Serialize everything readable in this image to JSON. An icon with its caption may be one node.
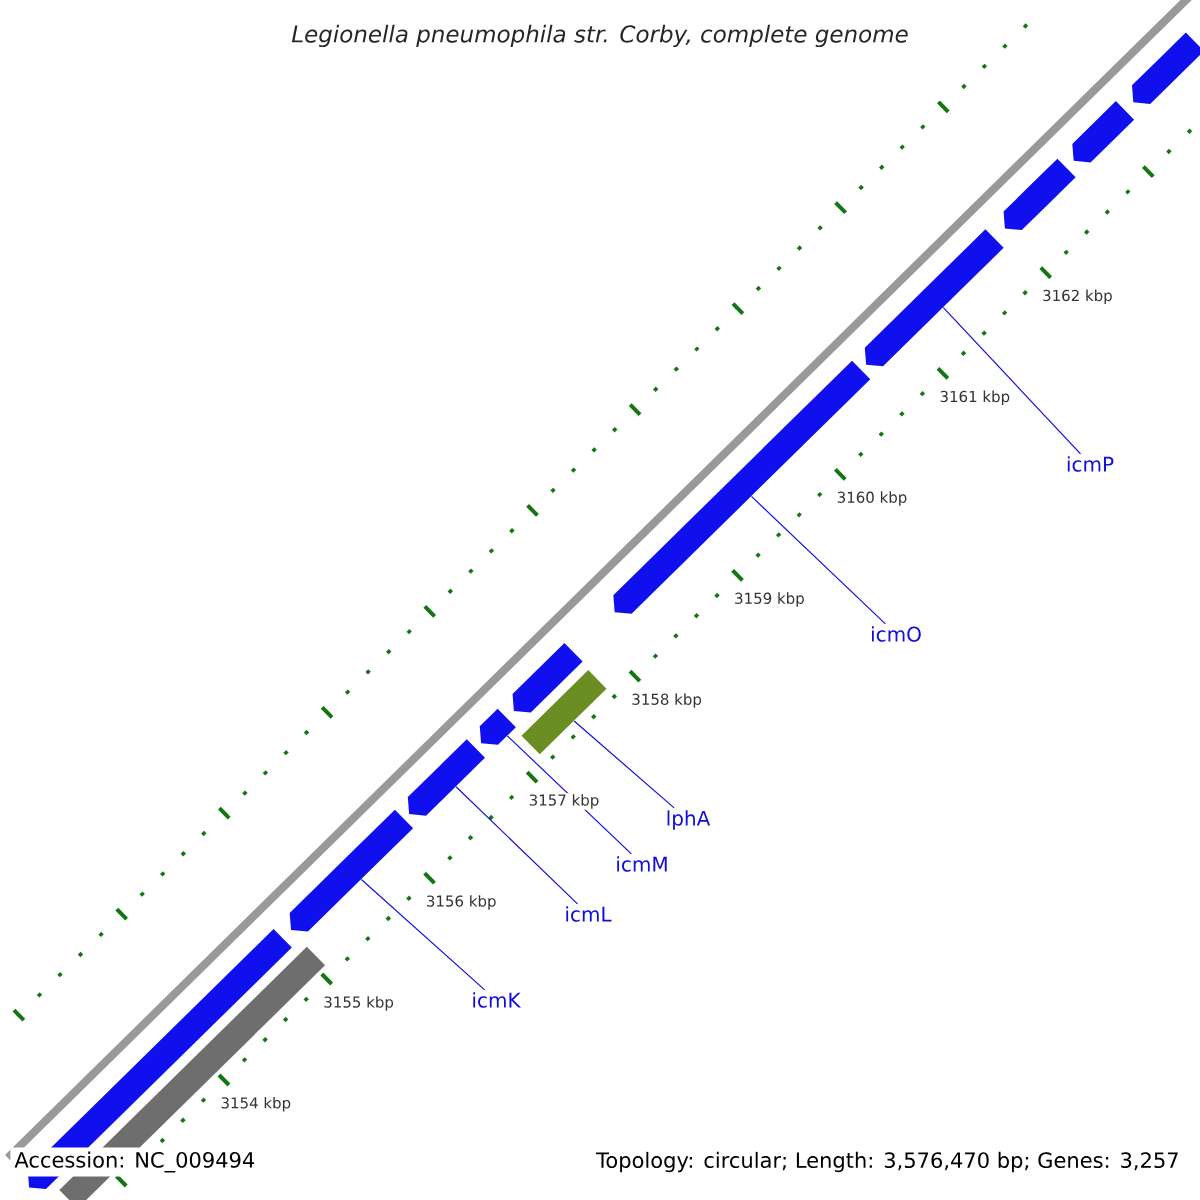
{
  "diagram": {
    "title": "Legionella pneumophila str. Corby, complete genome",
    "nodes": [
      {
        "text": [],
        "shape": "box"
      },
      {
        "text": [],
        "shape": "box"
      },
      {
        "text": [],
        "shape": "box"
      },
      {
        "text": [],
        "shape": "box"
      },
      {
        "text": [],
        "shape": "box"
      },
      {
        "text": [],
        "shape": "box"
      },
      {
        "text": [],
        "shape": "box"
      },
      {
        "text": [],
        "shape": "box"
      },
      {
        "text": [],
        "shape": "box"
      },
      {
        "text": [],
        "shape": "box"
      },
      {
        "text": [],
        "shape": "bar"
      },
      {
        "text": [],
        "shape": "bar"
      },
      {
        "text": [
          "icmK"
        ]
      },
      {
        "text": [
          "icmL"
        ]
      },
      {
        "text": [
          "icmM"
        ]
      },
      {
        "text": [
          "lphA"
        ]
      },
      {
        "text": [
          "icmO"
        ]
      },
      {
        "text": [
          "icmP"
        ]
      }
    ],
    "edges": [
      {
        "from": 12,
        "to": 1,
        "arrow": "none"
      },
      {
        "from": 13,
        "to": 2,
        "arrow": "none"
      },
      {
        "from": 14,
        "to": 3,
        "arrow": "none"
      },
      {
        "from": 15,
        "to": 11,
        "arrow": "none"
      },
      {
        "from": 16,
        "to": 5,
        "arrow": "none"
      },
      {
        "from": 17,
        "to": 6,
        "arrow": "none"
      }
    ],
    "labels": [
      "3154 kbp",
      "3155 kbp",
      "3156 kbp",
      "3157 kbp",
      "3158 kbp",
      "3159 kbp",
      "3160 kbp",
      "3161 kbp",
      "3162 kbp",
      "Accession: NC_009494",
      "Topology: circular; Length: 3,576,470 bp; Genes: 3,257"
    ]
  }
}
